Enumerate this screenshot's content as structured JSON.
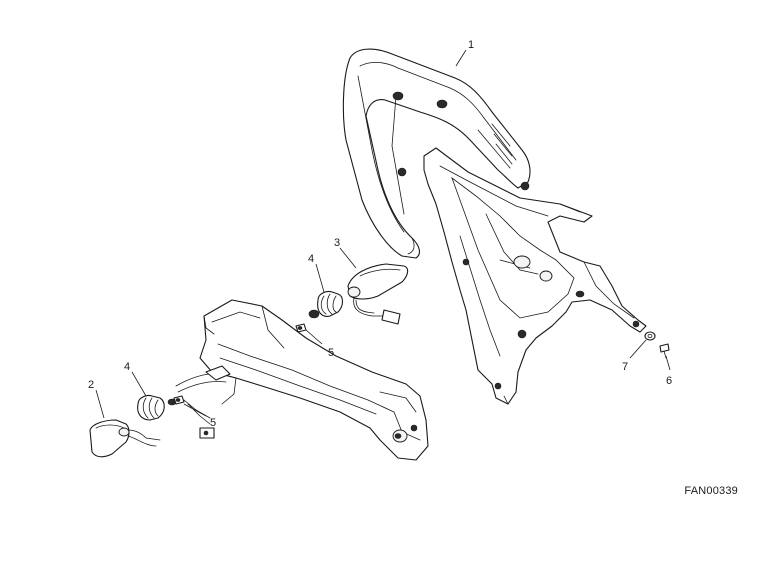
{
  "drawing_code": "FAN00339",
  "callouts": {
    "c1": "1",
    "c2": "2",
    "c3": "3",
    "c4a": "4",
    "c4b": "4",
    "c5a": "5",
    "c5b": "5",
    "c6": "6",
    "c7": "7"
  }
}
